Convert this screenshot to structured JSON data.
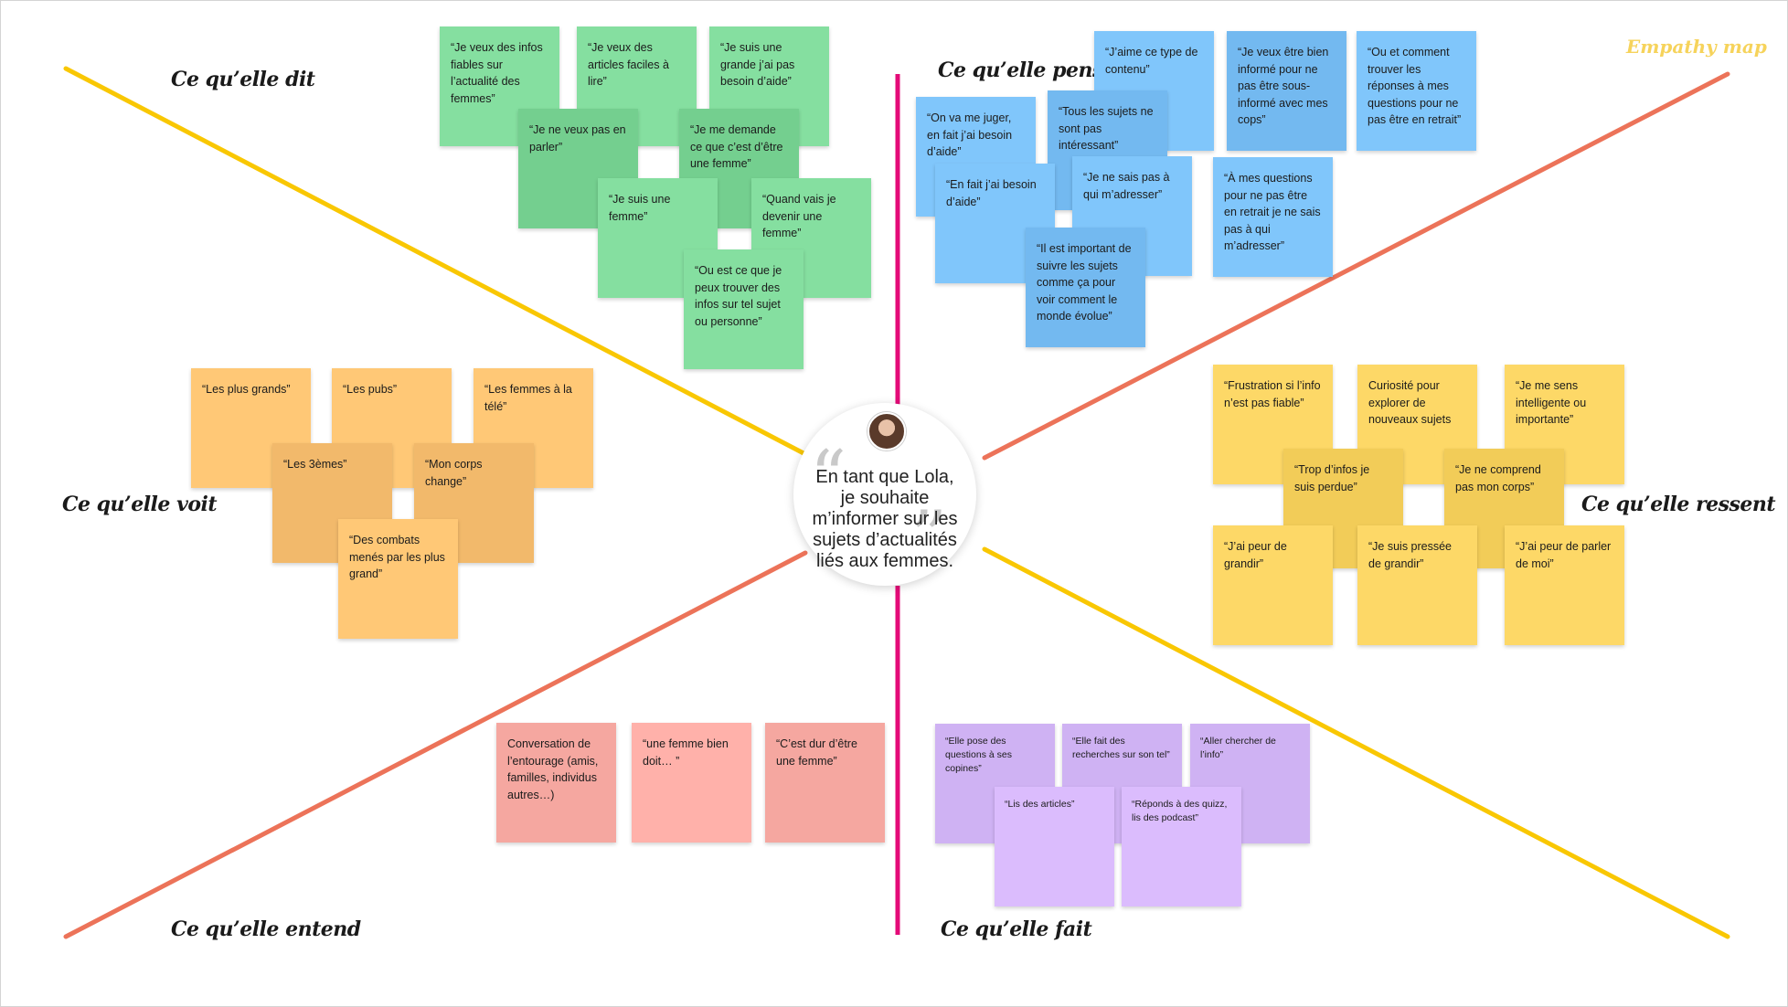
{
  "brand": "Empathy map",
  "colors": {
    "yellow_line": "#f9c702",
    "coral_line": "#ec7359",
    "magenta_line": "#e40b78"
  },
  "center": {
    "statement": "En tant que Lola, je souhaite m’informer sur les sujets d’actualités liés aux femmes.",
    "quote_open": "“",
    "quote_close": "”",
    "avatar": "avatar"
  },
  "sections": {
    "dit": "Ce qu’elle dit",
    "pense": "Ce qu’elle pense",
    "voit": "Ce qu’elle voit",
    "ressent": "Ce qu’elle ressent",
    "entend": "Ce qu’elle entend",
    "fait": "Ce qu’elle fait"
  },
  "notes": {
    "dit": [
      "“Je veux des infos fiables sur l’actualité des femmes”",
      "“Je veux des articles faciles à lire”",
      "“Je suis une grande j’ai pas besoin d’aide”",
      "“Je ne veux pas en parler”",
      "“Je me demande ce que c’est d’être une femme”",
      "“Je suis une femme”",
      "“Quand vais je devenir une femme”",
      "“Ou est ce que je peux trouver des infos sur tel sujet ou personne”"
    ],
    "pense": [
      "“J’aime ce type de contenu”",
      "“Je veux être bien informé pour ne pas être sous-informé avec mes cops”",
      "“Ou et comment trouver les réponses à mes questions pour ne pas être en retrait”",
      "“On va me juger, en fait j’ai besoin d’aide”",
      "“Tous les sujets ne sont pas intéressant”",
      "“En fait j’ai besoin d’aide”",
      "“Je ne sais pas à qui m’adresser”",
      "“À mes questions pour ne pas être en retrait je ne sais pas à qui m’adresser”",
      "“Il est important de suivre les sujets comme ça pour voir comment le monde évolue”"
    ],
    "voit": [
      "“Les plus grands”",
      "“Les pubs”",
      "“Les femmes à la télé”",
      "“Les 3èmes”",
      "“Mon corps change”",
      "“Des combats menés par les plus grand”"
    ],
    "ressent": [
      "“Frustration si l’info n’est pas fiable”",
      "Curiosité pour explorer de nouveaux sujets",
      "“Je me sens intelligente ou importante”",
      "“Trop d’infos je suis perdue”",
      "“Je ne comprend pas mon corps”",
      "“J’ai peur de grandir”",
      "“Je suis pressée de grandir”",
      "“J’ai peur de parler de moi”"
    ],
    "entend": [
      "Conversation de l’entourage (amis, familles, individus autres…)",
      "“une femme bien doit… ”",
      "“C’est dur d’être une femme”"
    ],
    "fait": [
      "“Elle pose des questions à ses copines”",
      "“Elle fait des recherches sur son tel”",
      "“Aller chercher de l’info”",
      "“Lis des articles”",
      "“Réponds à des quizz, lis des podcast”"
    ]
  }
}
